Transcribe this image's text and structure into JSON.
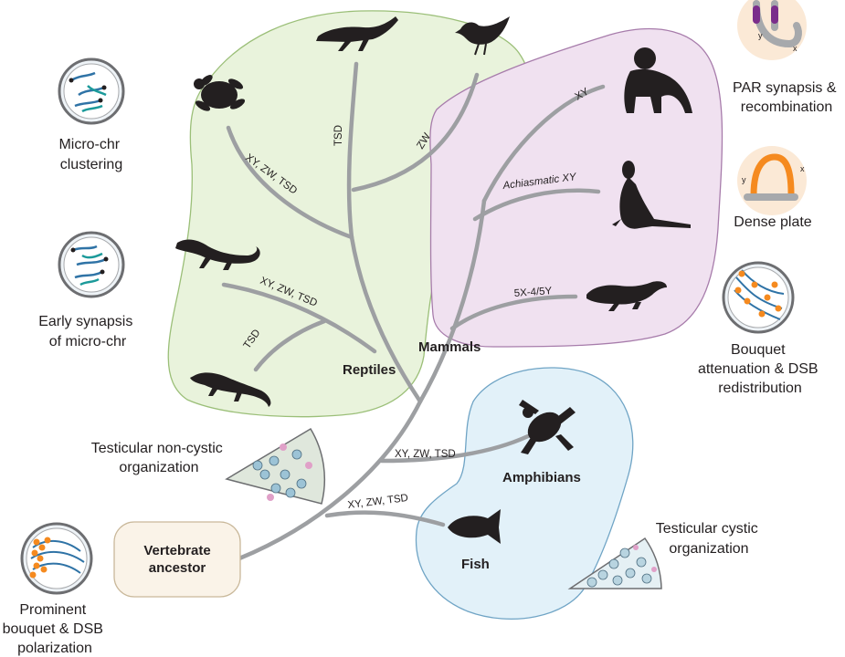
{
  "groups": {
    "reptiles": "Reptiles",
    "mammals": "Mammals",
    "amphibians": "Amphibians",
    "fish": "Fish",
    "ancestor_line1": "Vertebrate",
    "ancestor_line2": "ancestor"
  },
  "branch_labels": {
    "turtle": "XY, ZW, TSD",
    "crocodile": "TSD",
    "bird": "ZW",
    "lizard": "XY, ZW, TSD",
    "tuatara": "TSD",
    "ape": "XY",
    "kangaroo": "Achiasmatic XY",
    "platypus": "5X-4/5Y",
    "amphibian": "XY, ZW, TSD",
    "fish": "XY, ZW, TSD"
  },
  "side_labels": {
    "micro_clustering": [
      "Micro-chr",
      "clustering"
    ],
    "early_synapsis": [
      "Early synapsis",
      "of micro-chr"
    ],
    "non_cystic": [
      "Testicular non-cystic",
      "organization"
    ],
    "bouquet_polarization": [
      "Prominent",
      "bouquet & DSB",
      "polarization"
    ],
    "par_synapsis": [
      "PAR synapsis &",
      "recombination"
    ],
    "dense_plate": [
      "Dense plate"
    ],
    "bouquet_attenuation": [
      "Bouquet",
      "attenuation & DSB",
      "redistribution"
    ],
    "cystic": [
      "Testicular cystic",
      "organization"
    ]
  },
  "chromosome_letters": {
    "y": "y",
    "x": "x"
  },
  "colors": {
    "reptile_region": "#e9f3dc",
    "mammal_region": "#f0e1f0",
    "amphibian_region": "#e2f1f9",
    "ancestor_box": "#faf3e8",
    "tree": "#9d9fa2",
    "reptile_text": "#1f6b3a",
    "mammal_text": "#7b2d8b",
    "fish_text": "#1f4f8b",
    "silhouette": "#231f20"
  },
  "icons": [
    "turtle-icon",
    "crocodile-icon",
    "bird-icon",
    "lizard-icon",
    "tuatara-icon",
    "gorilla-icon",
    "kangaroo-icon",
    "platypus-icon",
    "frog-icon",
    "fish-icon",
    "nucleus-icon",
    "testis-section-icon",
    "chromosome-pair-icon"
  ]
}
